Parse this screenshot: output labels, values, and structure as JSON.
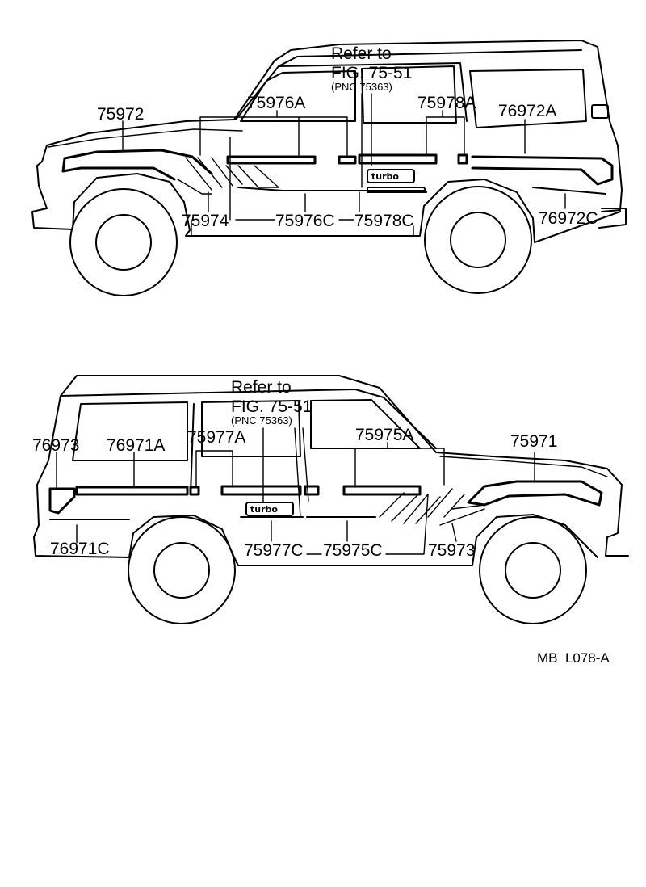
{
  "top_view": {
    "refer_line1": "Refer to",
    "refer_line2": "FIG. 75-51",
    "pnc": "(PNC 75363)",
    "badge": "turbo",
    "labels": {
      "p75972": "75972",
      "p75976A": "75976A",
      "p75978A": "75978A",
      "p76972A": "76972A",
      "p75974": "75974",
      "p75976C": "75976C",
      "p75978C": "75978C",
      "p76972C": "76972C"
    }
  },
  "bottom_view": {
    "refer_line1": "Refer to",
    "refer_line2": "FIG. 75-51",
    "pnc": "(PNC 75363)",
    "badge": "turbo",
    "labels": {
      "p76973": "76973",
      "p76971A": "76971A",
      "p75977A": "75977A",
      "p75975A": "75975A",
      "p75971": "75971",
      "p76971C": "76971C",
      "p75977C": "75977C",
      "p75975C": "75975C",
      "p75973": "75973"
    }
  },
  "diagram_code": "MB  L078-A"
}
